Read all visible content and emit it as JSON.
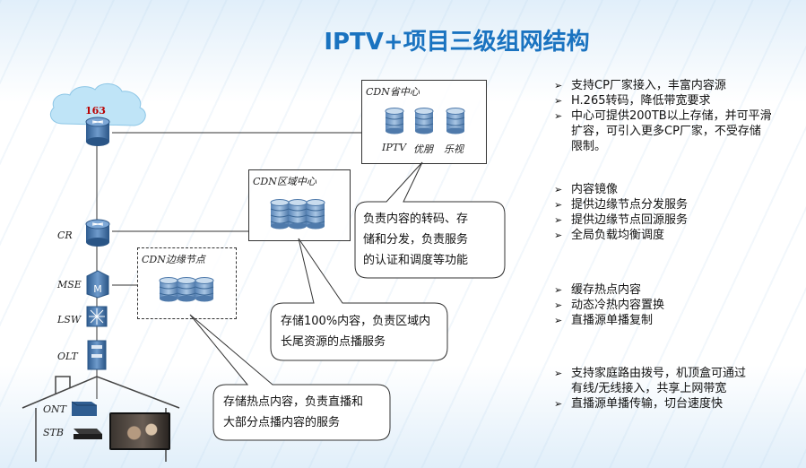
{
  "title": "IPTV+项目三级组网结构",
  "nodes": {
    "cloud": "163",
    "cr": "CR",
    "mse": "MSE",
    "lsw": "LSW",
    "olt": "OLT",
    "ont": "ONT",
    "stb": "STB"
  },
  "boxes": {
    "province": {
      "title": "CDN省中心",
      "labels": [
        "IPTV",
        "优朋",
        "乐视"
      ]
    },
    "region": {
      "title": "CDN区域中心"
    },
    "edge": {
      "title": "CDN边缘节点"
    }
  },
  "callouts": {
    "province": [
      "负责内容的转码、存",
      "储和分发，负责服务",
      "的认证和调度等功能"
    ],
    "region": [
      "存储100%内容，负责区域内",
      "长尾资源的点播服务"
    ],
    "edge": [
      "存储热点内容，负责直播和",
      "大部分点播内容的服务"
    ]
  },
  "bullets": {
    "group1": [
      "支持CP厂家接入，丰富内容源",
      "H.265转码，降低带宽要求",
      "中心可提供200TB以上存储，并可平滑",
      "扩容，可引入更多CP厂家，不受存储",
      "限制。"
    ],
    "group2": [
      "内容镜像",
      "提供边缘节点分发服务",
      "提供边缘节点回源服务",
      "全局负载均衡调度"
    ],
    "group3": [
      "缓存热点内容",
      "动态冷热内容置换",
      "直播源单播复制"
    ],
    "group4": [
      "支持家庭路由拨号，机顶盒可通过",
      "有线/无线接入，共享上网带宽",
      "直播源单播传输，切台速度快"
    ]
  },
  "colors": {
    "title": "#1a73c0",
    "device": "#3a6ea5",
    "storage": "#7aa3cc"
  }
}
